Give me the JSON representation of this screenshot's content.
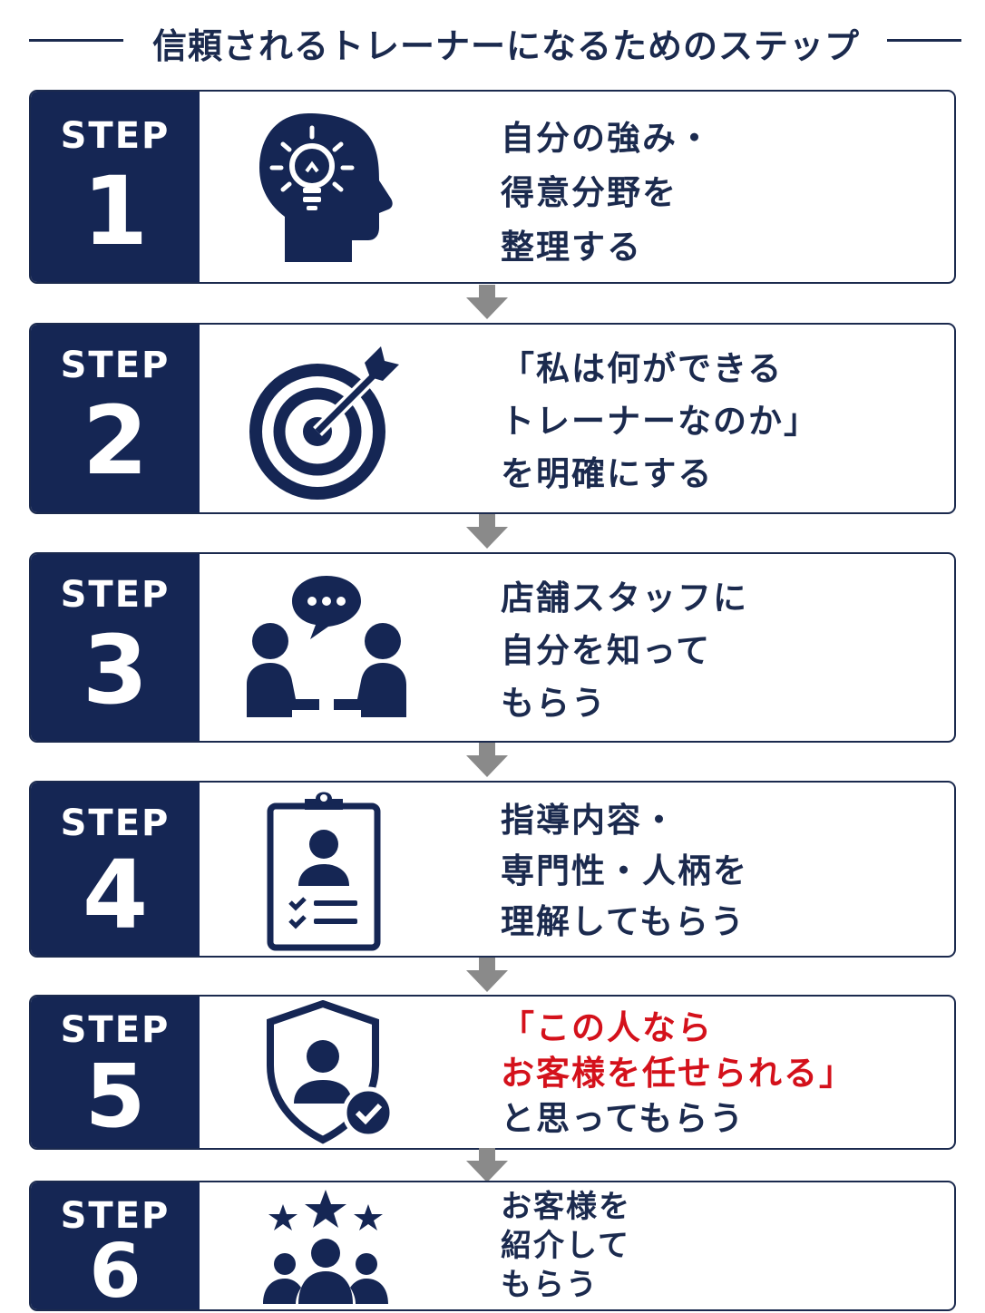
{
  "title": "信頼されるトレーナーになるためのステップ",
  "step_label": "STEP",
  "colors": {
    "navy": "#152654",
    "text": "#1b2a4e",
    "accent_red": "#d4111b",
    "arrow_gray": "#8a8a8a"
  },
  "steps": [
    {
      "number": "1",
      "icon": "head-lightbulb-icon",
      "lines": [
        "自分の強み・",
        "得意分野を",
        "整理する"
      ]
    },
    {
      "number": "2",
      "icon": "target-arrow-icon",
      "lines": [
        "「私は何ができる",
        "トレーナーなのか」",
        "を明確にする"
      ]
    },
    {
      "number": "3",
      "icon": "conversation-people-icon",
      "lines": [
        "店舗スタッフに",
        "自分を知って",
        "もらう"
      ]
    },
    {
      "number": "4",
      "icon": "clipboard-profile-icon",
      "lines": [
        "指導内容・",
        "専門性・人柄を",
        "理解してもらう"
      ]
    },
    {
      "number": "5",
      "icon": "shield-person-check-icon",
      "lines_red": [
        "「この人なら",
        "お客様を任せられる」"
      ],
      "lines": [
        "と思ってもらう"
      ]
    },
    {
      "number": "6",
      "icon": "group-stars-icon",
      "lines": [
        "お客様を",
        "紹介して",
        "もらう"
      ]
    }
  ]
}
